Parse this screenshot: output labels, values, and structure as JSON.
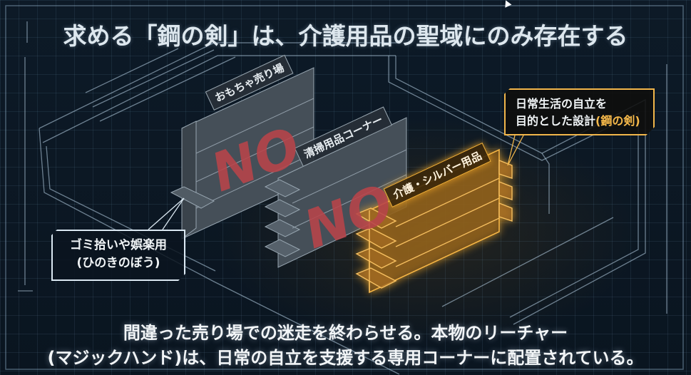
{
  "title": "求める「鋼の剣」は、介護用品の聖域にのみ存在する",
  "shelves": [
    {
      "sign": "おもちゃ売り場",
      "verdict": "NO",
      "state": "rejected"
    },
    {
      "sign": "清掃用品コーナー",
      "verdict": "NO",
      "state": "rejected"
    },
    {
      "sign": "介護・シルバー用品",
      "verdict": "",
      "state": "highlighted"
    }
  ],
  "callouts": {
    "toy_stick": {
      "line1": "ゴミ拾いや娯楽用",
      "line2": "(ひのきのぼう)"
    },
    "care_item": {
      "line1": "日常生活の自立を",
      "line2_prefix": "目的とした設計",
      "line2_highlight": "(鋼の剣)"
    }
  },
  "footer": {
    "line1": "間違った売り場での迷走を終わらせる。本物のリーチャー",
    "line2": "(マジックハンド)は、日常の自立を支援する専用コーナーに配置されている。"
  },
  "colors": {
    "background": "#0b1622",
    "no_mark": "#b8444a",
    "highlight_gold": "#f2b64a",
    "gray_shelf": "#4a545d"
  }
}
